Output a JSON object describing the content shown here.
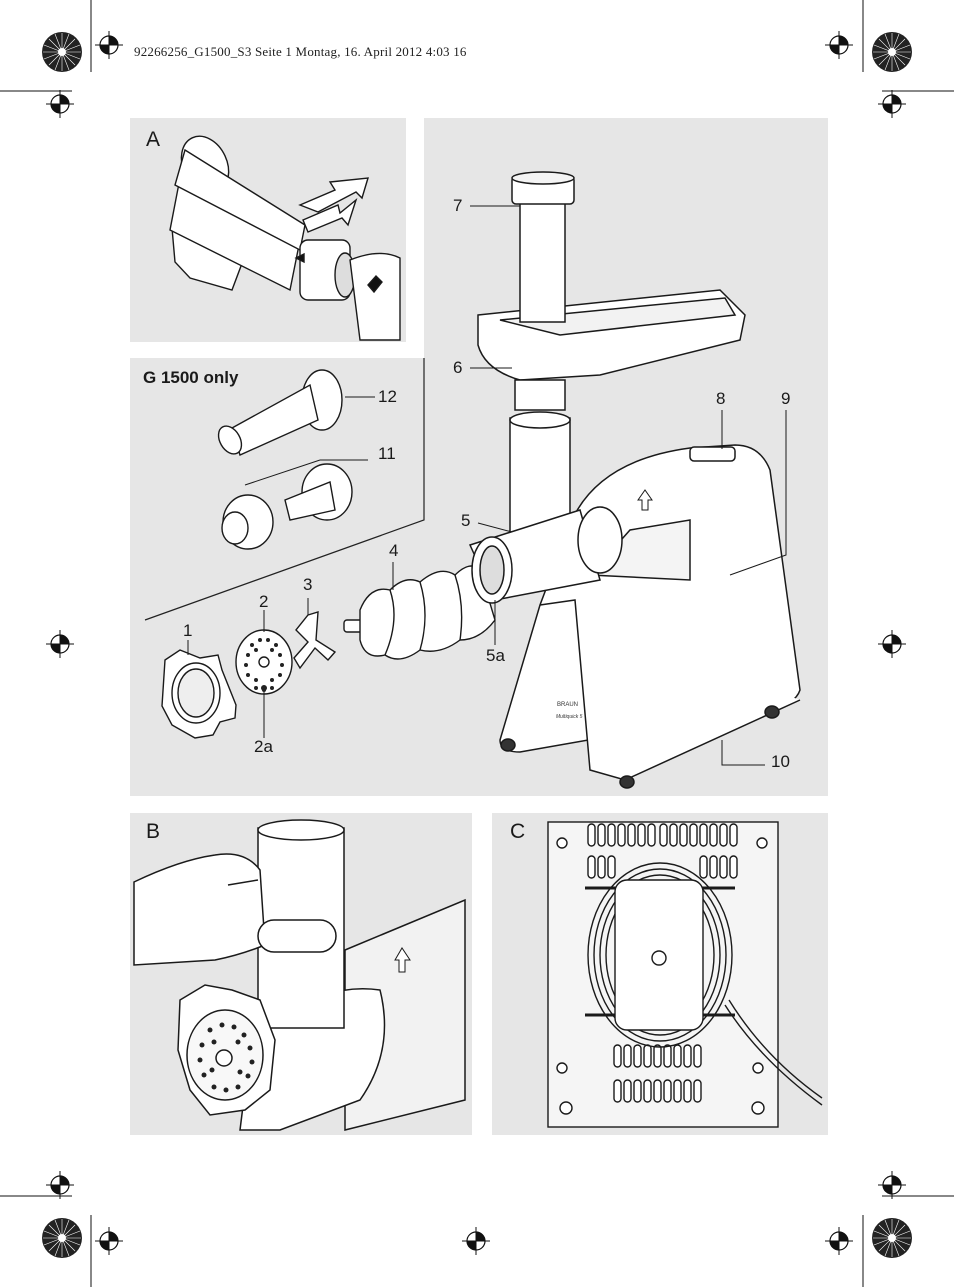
{
  "header": {
    "slug": "92266256_G1500_S3  Seite 1  Montag, 16. April 2012  4:03 16"
  },
  "panels": {
    "a": {
      "letter": "A"
    },
    "b": {
      "letter": "B"
    },
    "c": {
      "letter": "C"
    },
    "g1500": {
      "caption": "G 1500 only"
    }
  },
  "parts": {
    "p1": "1",
    "p2": "2",
    "p2a": "2a",
    "p3": "3",
    "p4": "4",
    "p5": "5",
    "p5a": "5a",
    "p6": "6",
    "p7": "7",
    "p8": "8",
    "p9": "9",
    "p10": "10",
    "p11": "11",
    "p12": "12"
  },
  "brand": {
    "logo": "BRAUN",
    "model": "Multiquick 5"
  },
  "colors": {
    "panel": "#e6e6e6",
    "line": "#1a1a1a",
    "white": "#ffffff"
  }
}
